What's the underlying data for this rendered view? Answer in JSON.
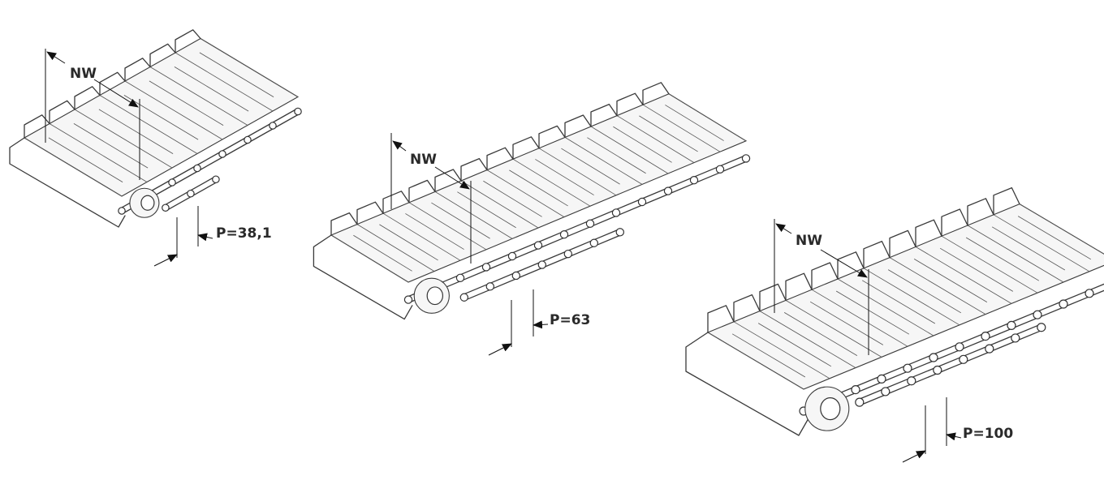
{
  "conveyors": [
    {
      "id": "small",
      "width_label": "NW",
      "pitch_label": "P=38,1"
    },
    {
      "id": "medium",
      "width_label": "NW",
      "pitch_label": "P=63"
    },
    {
      "id": "large",
      "width_label": "NW",
      "pitch_label": "P=100"
    }
  ],
  "colors": {
    "line": "#3a3a3a",
    "fill": "#f6f6f6",
    "background": "#ffffff"
  }
}
